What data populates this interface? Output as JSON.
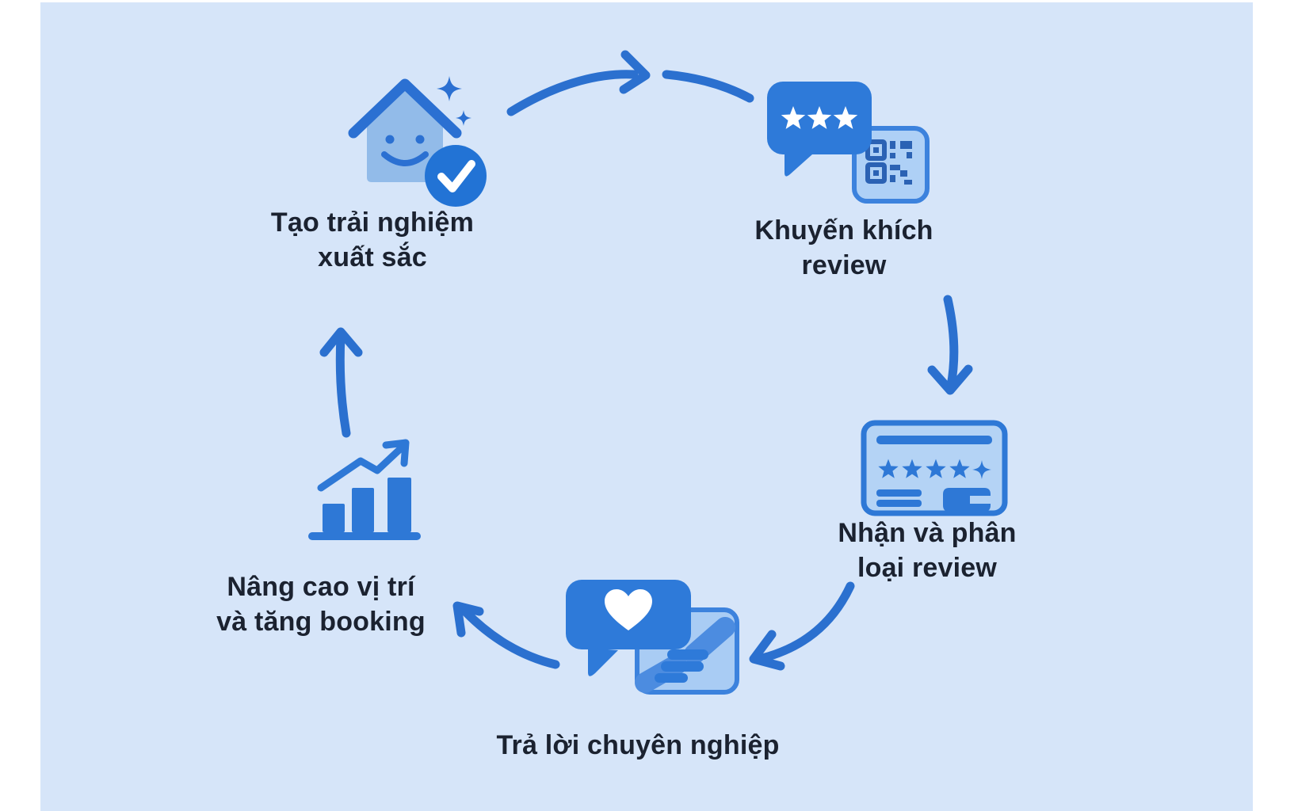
{
  "canvas": {
    "background": "#ffffff",
    "panel_color": "#d6e5f9"
  },
  "palette": {
    "arrow_blue": "#2b70cf",
    "bubble_blue": "#2e7ad9",
    "icon_blue": "#2e78d6",
    "house_fill_blue": "#92bbe9",
    "card_fill_blue": "#b4d3f5",
    "qr_fill_blue": "#aed0f6",
    "outline_blue": "#3c82dd",
    "qr_pattern_blue": "#2b62b4",
    "check_circle_blue": "#2273d5",
    "text_color": "#1b2230"
  },
  "diagram": {
    "type": "cycle",
    "steps": [
      {
        "label_lines": [
          "Tạo trải nghiệm",
          "xuất sắc"
        ],
        "icon": "house-sparkle-check-icon"
      },
      {
        "label_lines": [
          "Khuyến khích",
          "review"
        ],
        "icon": "review-bubble-qr-icon"
      },
      {
        "label_lines": [
          "Nhận và phân",
          "loại review"
        ],
        "icon": "review-card-stars-icon"
      },
      {
        "label_lines": [
          "Trả lời chuyên nghiệp"
        ],
        "icon": "heart-bubble-handshake-icon"
      },
      {
        "label_lines": [
          "Nâng cao vị trí",
          "và tăng booking"
        ],
        "icon": "growth-bar-chart-icon"
      }
    ],
    "arrows": [
      {
        "name": "arrow-step1-to-step2"
      },
      {
        "name": "arrow-step2-to-step3"
      },
      {
        "name": "arrow-step3-to-step4"
      },
      {
        "name": "arrow-step4-to-step5"
      },
      {
        "name": "arrow-step5-to-step1"
      }
    ]
  }
}
